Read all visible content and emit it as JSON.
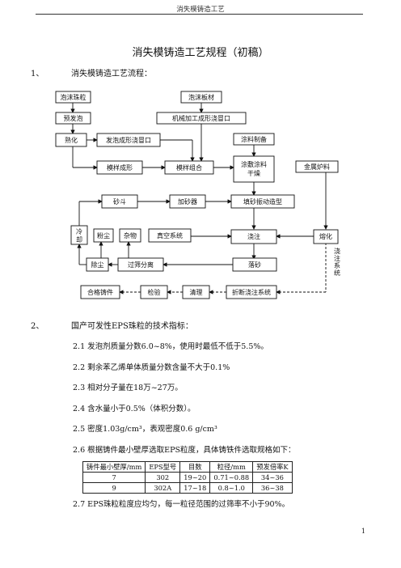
{
  "header": {
    "text": "消失模铸造工艺"
  },
  "title": "消失模铸造工艺规程（初稿）",
  "section1": {
    "num": "1、",
    "text": "消失模铸造工艺流程："
  },
  "flow": {
    "n_beads": "泡沫珠粒",
    "n_board": "泡沫板材",
    "n_prefoam": "预发泡",
    "n_machining": "机械加工成形浇冒口",
    "n_aging": "熟化",
    "n_foam_riser": "发泡成形浇冒口",
    "n_coating_prep": "涂料制备",
    "n_pattern": "模样成形",
    "n_assembly": "模样组合",
    "n_coating_dry": "涂敷涂料干燥",
    "n_furnace": "金属炉料",
    "n_sand": "砂斗",
    "n_feeder": "加砂器",
    "n_filling": "填砂振动造型",
    "n_cooling": "冷却",
    "n_dust": "粉尘",
    "n_debris": "杂物",
    "n_vacuum": "真空系统",
    "n_pouring": "浇注",
    "n_melting": "熔化",
    "n_pour_system": "浇注系统",
    "n_dedust": "除尘",
    "n_screen": "过筛分离",
    "n_shakeout": "落砂",
    "n_good": "合格铸件",
    "n_inspect": "检验",
    "n_clean": "清理",
    "n_cut": "折断浇注系统"
  },
  "section2": {
    "num": "2、",
    "text": "国产可发性EPS珠粒的技术指标："
  },
  "items": [
    "2.1  发泡剂质量分数6.0~8%，使用时最低不低于5.5%。",
    "2.2  剩余苯乙烯单体质量分数含量不大于0.1%",
    "2.3  相对分子量在18万~27万。",
    "2.4  含水量小于0.5%（体积分数）。",
    "2.5  密度1.03g/cm³，表观密度0.6 g/cm³",
    "2.6  根据铸件最小壁厚选取EPS粒度，具体铸铁件选取规格如下："
  ],
  "table": {
    "headers": [
      "铸件最小壁厚/mm",
      "EPS型号",
      "目数",
      "粒径/mm",
      "预发倍率K"
    ],
    "rows": [
      [
        "7",
        "302",
        "19~20",
        "0.71~0.88",
        "34~36"
      ],
      [
        "9",
        "302A",
        "17~18",
        "0.8~1.0",
        "36~38"
      ]
    ]
  },
  "item27": "2.7    EPS珠粒粒度应均匀，每一粒径范围的过筛率不小于90%。",
  "page_number": "1"
}
